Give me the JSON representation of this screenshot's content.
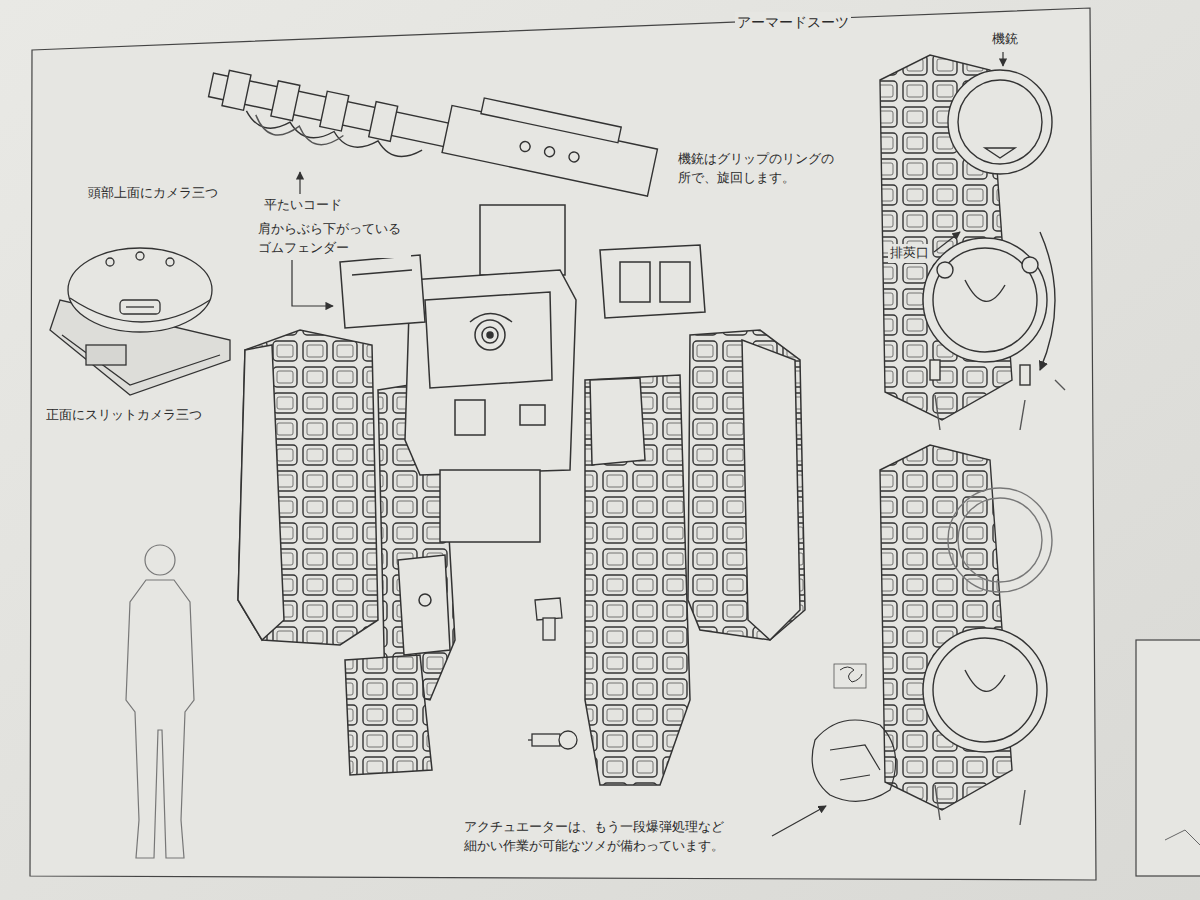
{
  "diagram": {
    "title": "アーマードスーツ",
    "labels": [
      "機銃",
      "機銃はグリップのリングの 所で、旋回します。",
      "頭部上面にカメラ三つ",
      "平たいコード",
      "肩からぶら下がっている ゴムフェンダー",
      "正面にスリットカメラ三つ",
      "排莢口",
      "アクチュエーターは、もう一段爆弾処理など 細かい作業が可能なツメが備わっています。"
    ]
  }
}
